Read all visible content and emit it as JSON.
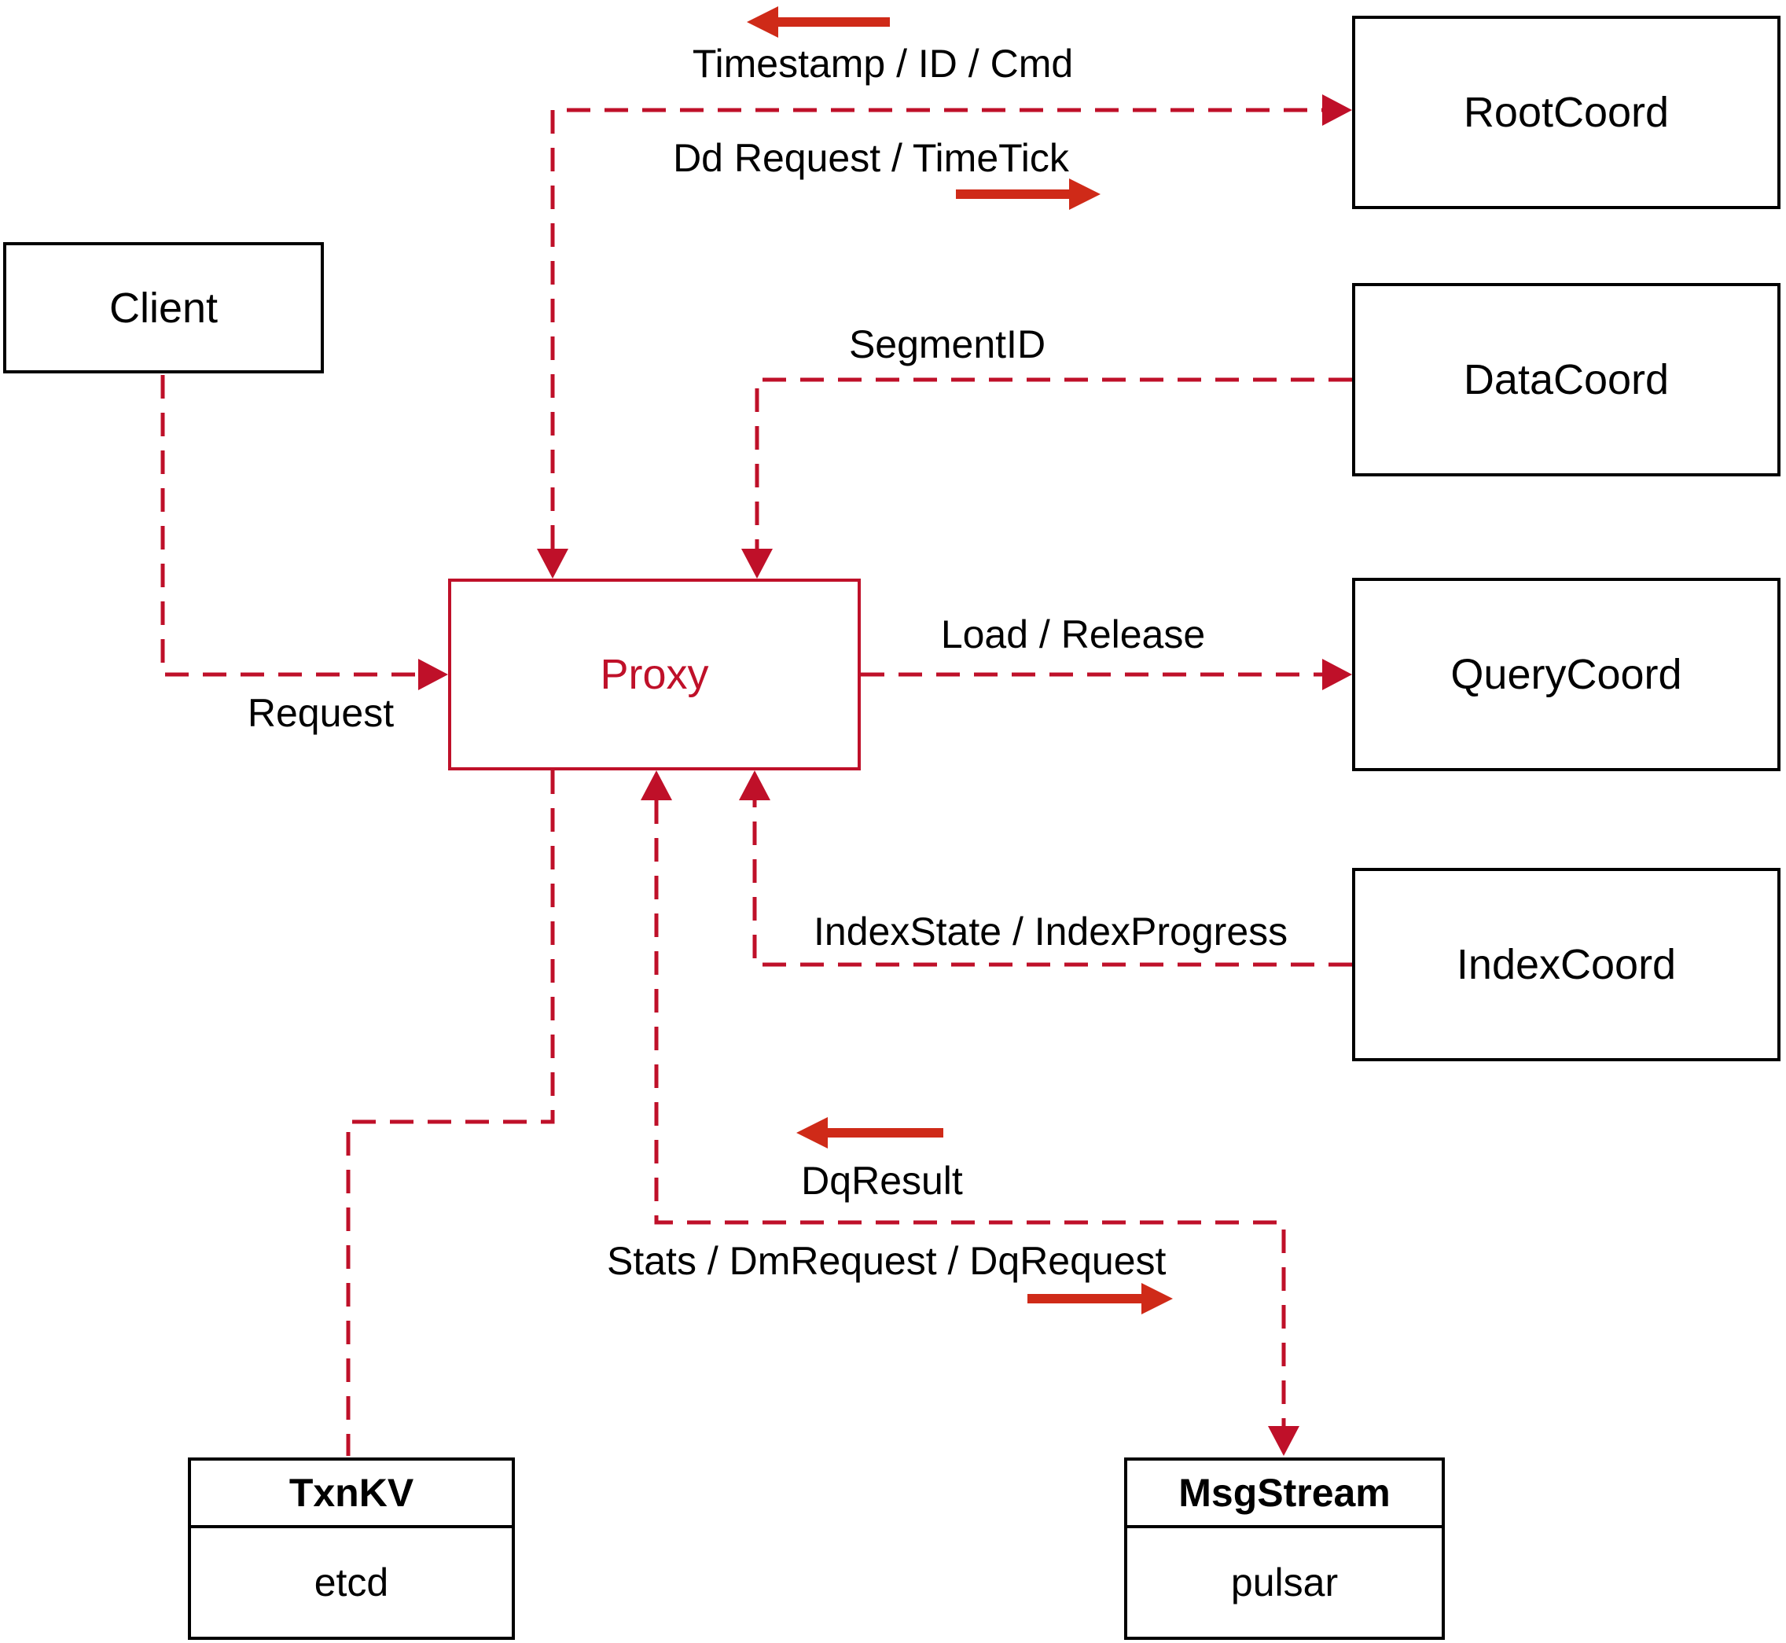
{
  "diagram": {
    "nodes": {
      "client": {
        "label": "Client"
      },
      "proxy": {
        "label": "Proxy"
      },
      "root_coord": {
        "label": "RootCoord"
      },
      "data_coord": {
        "label": "DataCoord"
      },
      "query_coord": {
        "label": "QueryCoord"
      },
      "index_coord": {
        "label": "IndexCoord"
      },
      "txn_kv": {
        "title": "TxnKV",
        "impl": "etcd"
      },
      "msg_stream": {
        "title": "MsgStream",
        "impl": "pulsar"
      }
    },
    "edges": {
      "rootcoord_to_proxy": "Timestamp / ID / Cmd",
      "proxy_to_rootcoord": "Dd Request / TimeTick",
      "datacoord_to_proxy": "SegmentID",
      "client_to_proxy": "Request",
      "proxy_to_querycoord": "Load / Release",
      "indexcoord_to_proxy": "IndexState / IndexProgress",
      "msgstream_to_proxy": "DqResult",
      "proxy_to_msgstream": "Stats / DmRequest / DqRequest"
    },
    "colors": {
      "dashed_line": "#bf1029",
      "solid_arrow": "#cf2a18",
      "box_border": "#000000",
      "proxy_accent": "#bf1029",
      "text": "#000000",
      "background": "#ffffff"
    }
  }
}
